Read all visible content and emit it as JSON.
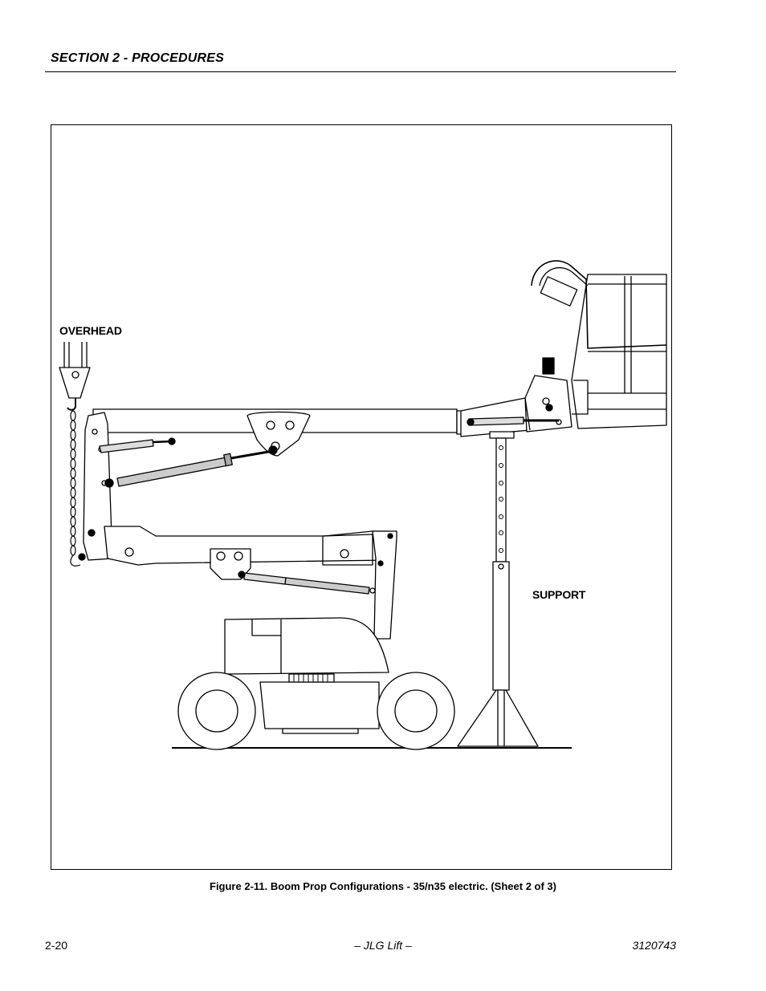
{
  "header": {
    "section_title": "SECTION 2 - PROCEDURES"
  },
  "figure": {
    "labels": {
      "overhead": "OVERHEAD",
      "support": "SUPPORT"
    },
    "caption": "Figure 2-11. Boom Prop Configurations - 35/n35 electric. (Sheet 2 of 3)"
  },
  "footer": {
    "page_number": "2-20",
    "publisher": "– JLG Lift –",
    "doc_number": "3120743"
  }
}
